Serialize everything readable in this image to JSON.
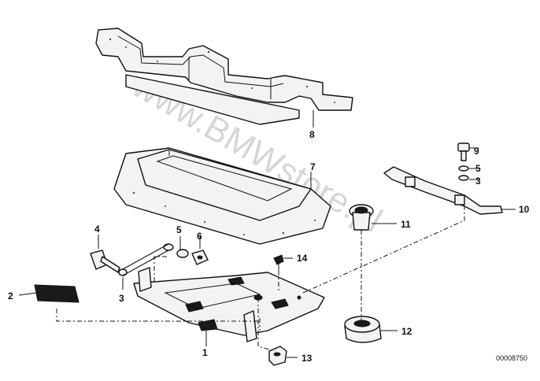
{
  "diagram": {
    "labels": [
      {
        "id": "callout-1",
        "text": "1"
      },
      {
        "id": "callout-2",
        "text": "2"
      },
      {
        "id": "callout-3a",
        "text": "3"
      },
      {
        "id": "callout-3b",
        "text": "3"
      },
      {
        "id": "callout-4",
        "text": "4"
      },
      {
        "id": "callout-5a",
        "text": "5"
      },
      {
        "id": "callout-5b",
        "text": "5"
      },
      {
        "id": "callout-6",
        "text": "6"
      },
      {
        "id": "callout-7",
        "text": "7"
      },
      {
        "id": "callout-8",
        "text": "8"
      },
      {
        "id": "callout-9",
        "text": "9"
      },
      {
        "id": "callout-10",
        "text": "10"
      },
      {
        "id": "callout-11",
        "text": "11"
      },
      {
        "id": "callout-12",
        "text": "12"
      },
      {
        "id": "callout-13",
        "text": "13"
      },
      {
        "id": "callout-14",
        "text": "14"
      }
    ],
    "document_id": "00008750",
    "watermark": "www.BMWstore.pl"
  }
}
